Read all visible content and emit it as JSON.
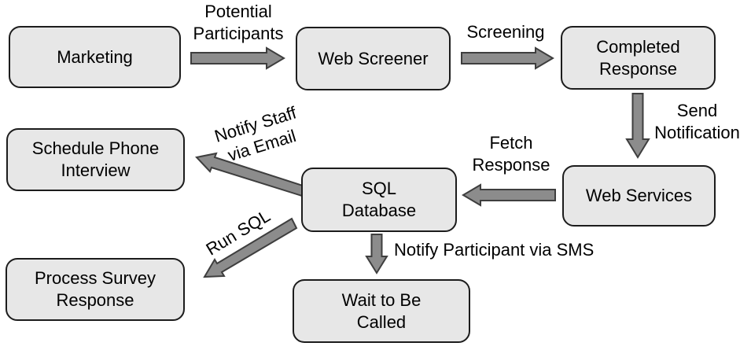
{
  "theme": {
    "canvas_bg": "#ffffff",
    "box_fill": "#e7e7e7",
    "box_border": "#1c1c1c",
    "arrow_fill": "#8c8c8c",
    "arrow_stroke": "#3e3e3e",
    "text_color": "#000000"
  },
  "diagram": {
    "nodes": {
      "marketing": {
        "label": "Marketing"
      },
      "web_screener": {
        "label": "Web Screener"
      },
      "completed_response": {
        "label": "Completed\nResponse"
      },
      "web_services": {
        "label": "Web Services"
      },
      "sql_database": {
        "label": "SQL\nDatabase"
      },
      "schedule_phone_interview": {
        "label": "Schedule Phone\nInterview"
      },
      "process_survey_response": {
        "label": "Process Survey\nResponse"
      },
      "wait_to_be_called": {
        "label": "Wait to Be\nCalled"
      }
    },
    "edges": {
      "potential_participants": {
        "label": "Potential\nParticipants"
      },
      "screening": {
        "label": "Screening"
      },
      "send_notification": {
        "label": "Send\nNotification"
      },
      "fetch_response": {
        "label": "Fetch\nResponse"
      },
      "notify_staff_via_email": {
        "label": "Notify Staff\nvia Email"
      },
      "run_sql": {
        "label": "Run SQL"
      },
      "notify_participant_via_sms": {
        "label": "Notify Participant via SMS"
      }
    }
  }
}
